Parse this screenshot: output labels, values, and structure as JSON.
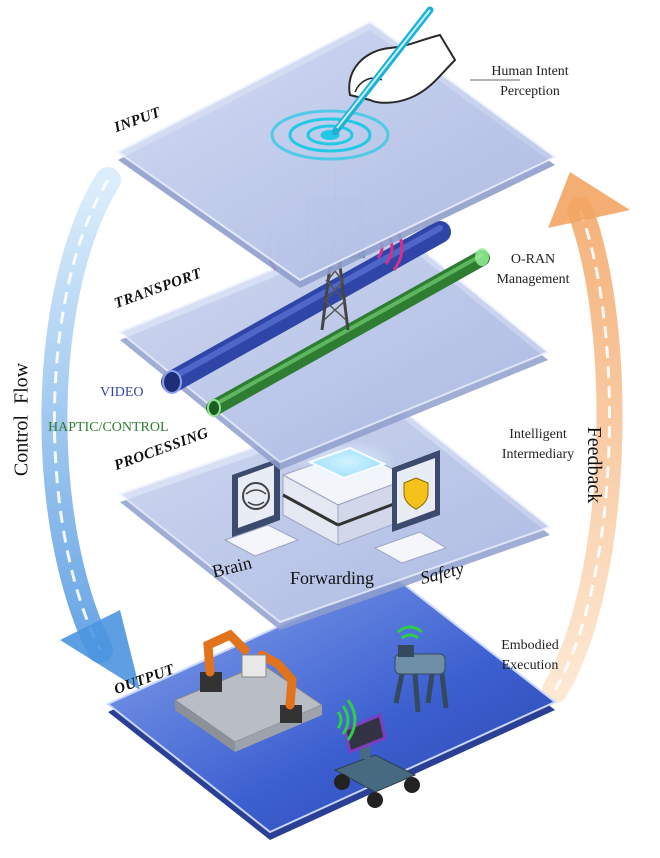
{
  "layers": {
    "input": "INPUT",
    "transport": "TRANSPORT",
    "processing": "PROCESSING",
    "output": "OUTPUT"
  },
  "descriptions": {
    "input_line1": "Human Intent",
    "input_line2": "Perception",
    "transport_line1": "O-RAN",
    "transport_line2": "Management",
    "processing_line1": "Intelligent",
    "processing_line2": "Intermediary",
    "output_line1": "Embodied",
    "output_line2": "Execution"
  },
  "streams": {
    "video": "VIDEO",
    "haptic": "HAPTIC/CONTROL"
  },
  "modules": {
    "brain": "Brain",
    "forwarding": "Forwarding",
    "safety": "Safety"
  },
  "flows": {
    "control": "Control Flow",
    "feedback": "Feedback"
  },
  "colors": {
    "plate": "#c7d2ee",
    "output_plate": "#4d6fd4",
    "video_pipe": "#2f46a8",
    "haptic_pipe": "#3c9a3c",
    "control_arrow": "#6aa7e6",
    "feedback_arrow": "#f3b27a",
    "robot_arm": "#e2731c",
    "signal": "#d62f86"
  }
}
